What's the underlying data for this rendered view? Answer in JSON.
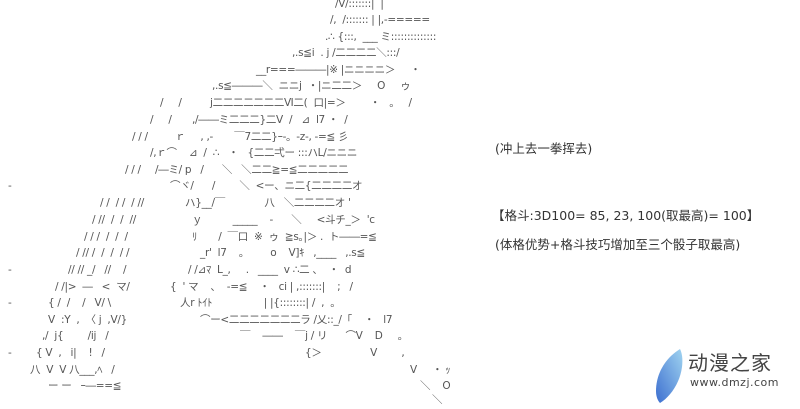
{
  "ascii_art_lines": [
    "/V/:::::::|  |",
    "/,  /::::::: | |,-=====",
    ".∴ {:::,  ___ ミ::::::::::::::",
    ",.s≦i  . j /二二二二＼:::/",
    "__r===―――|※ |ニニニニ＞     ・",
    ",.s≦―――＼  ニニj  ・|ニ二二＞     O     ゥ",
    "j二二二二二二二Ⅵ二(  口|=＞        ・   。   /",
    ",/――ミ二二二}二V  /   ⊿  l7 ・  /",
    "ｒ     , ,-       ￣7二二}ｰ-。-z-, -=≦ 彡",
    "/,ｒ⌒    ⊿  /  ∴   ・   {二二弌ー :::ハL/ニニニ",
    "/―ミ/ p   /      ＼   ＼二二≧=≦二二二二二",
    "⌒ヾ/      /        ＼  <ー、ニ二{二二二二オ",
    "ハ}__/￣             八   ＼二二二二オ '",
    "ｙ          _____    -      ＼     <斗チ_＞  'c",
    "ﾘ       /  ￣口  ※  ゥ  ≧s｡|＞ .  ト――=≦",
    "_r'  l7    。       o    V]ｷ   ,____   ,.s≦",
    "/ /⊿ﾏ  L_,     .   ____  v ∴二 、  ・  d",
    "{  ' マ    、  -=≦    ・   ci | ,:::::::|    ;   /",
    "人r ﾄｲﾄ                 | |{::::::::| /  ,  。",
    "⌒ー<二二二二二二二ラ /乂::_/「    ・   l7",
    "￣    ――    ￣j / リ      ⌒V    D     。",
    "{＞                V        ,",
    "V     ・ ｯ",
    "＼    O",
    "＼",
    "/     /",
    "/     /",
    "/ / /",
    "/ / /",
    "/ /  / /  / //",
    "/ //  /  /  //",
    "/ / /  /  /  /",
    "/ // /  /  /  / /",
    "// // _/   //    /",
    "/ /|>  ―   <  マ/",
    "{ /  /    /   V/ \\",
    "V  :Y  ,  〈 j  ,V/}",
    ",/  j{        /ij   /",
    "{ V  ,   i|    !   /",
    "八  V  V 八___,ﾍ   /",
    "ー ー   ｰ―==≦",
    "-",
    "-",
    "-",
    "-"
  ],
  "narration": {
    "action": "(冲上去一拳挥去)",
    "roll": "【格斗:3D100= 85, 23, 100(取最高)= 100】",
    "note": "(体格优势+格斗技巧增加至三个骰子取最高)"
  },
  "watermark": {
    "name": "动漫之家",
    "url": "www.dmzj.com",
    "icon": "feather-logo-icon",
    "color": "#4a7fd6"
  }
}
